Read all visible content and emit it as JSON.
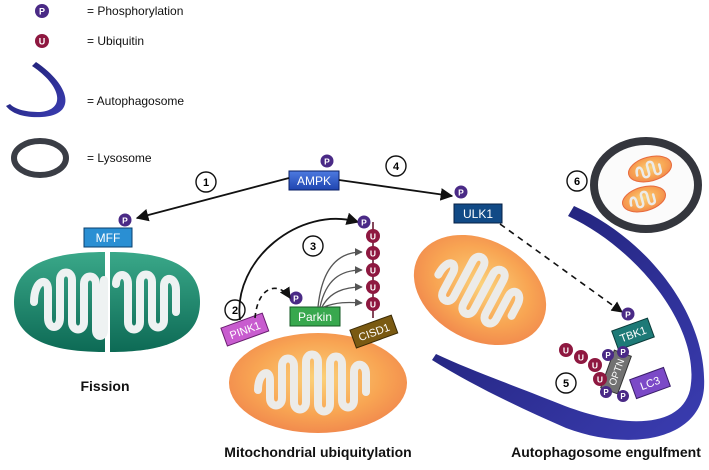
{
  "legend": {
    "phospho_symbol": "P",
    "phospho_label": "= Phosphorylation",
    "ubiquitin_symbol": "U",
    "ubiquitin_label": "= Ubiquitin",
    "autophagosome_label": "= Autophagosome",
    "lysosome_label": "= Lysosome"
  },
  "steps": [
    "1",
    "2",
    "3",
    "4",
    "5",
    "6"
  ],
  "proteins": {
    "ampk": "AMPK",
    "mff": "MFF",
    "ulk1": "ULK1",
    "pink1": "PINK1",
    "parkin": "Parkin",
    "cisd1": "CISD1",
    "tbk1": "TBK1",
    "optn": "OPTN",
    "lc3": "LC3"
  },
  "marks": {
    "p": "P",
    "u": "U"
  },
  "titles": {
    "fission": "Fission",
    "ubiquitylation": "Mitochondrial ubiquitylation",
    "engulfment": "Autophagosome engulfment"
  },
  "colors": {
    "phospho": "#4a2a86",
    "ubiquitin": "#8e1840",
    "ampk": "#2f59c8",
    "mff": "#2a8fd3",
    "ulk1": "#114a86",
    "pink1": "#c85ccf",
    "parkin": "#38a84e",
    "cisd1": "#7a5a12",
    "tbk1": "#1d7a77",
    "optn": "#727272",
    "lc3": "#7b49c7",
    "mito_green": "#1f8a6e",
    "mito_orange": "#f7a34f",
    "autophagosome": "#252a8a"
  }
}
